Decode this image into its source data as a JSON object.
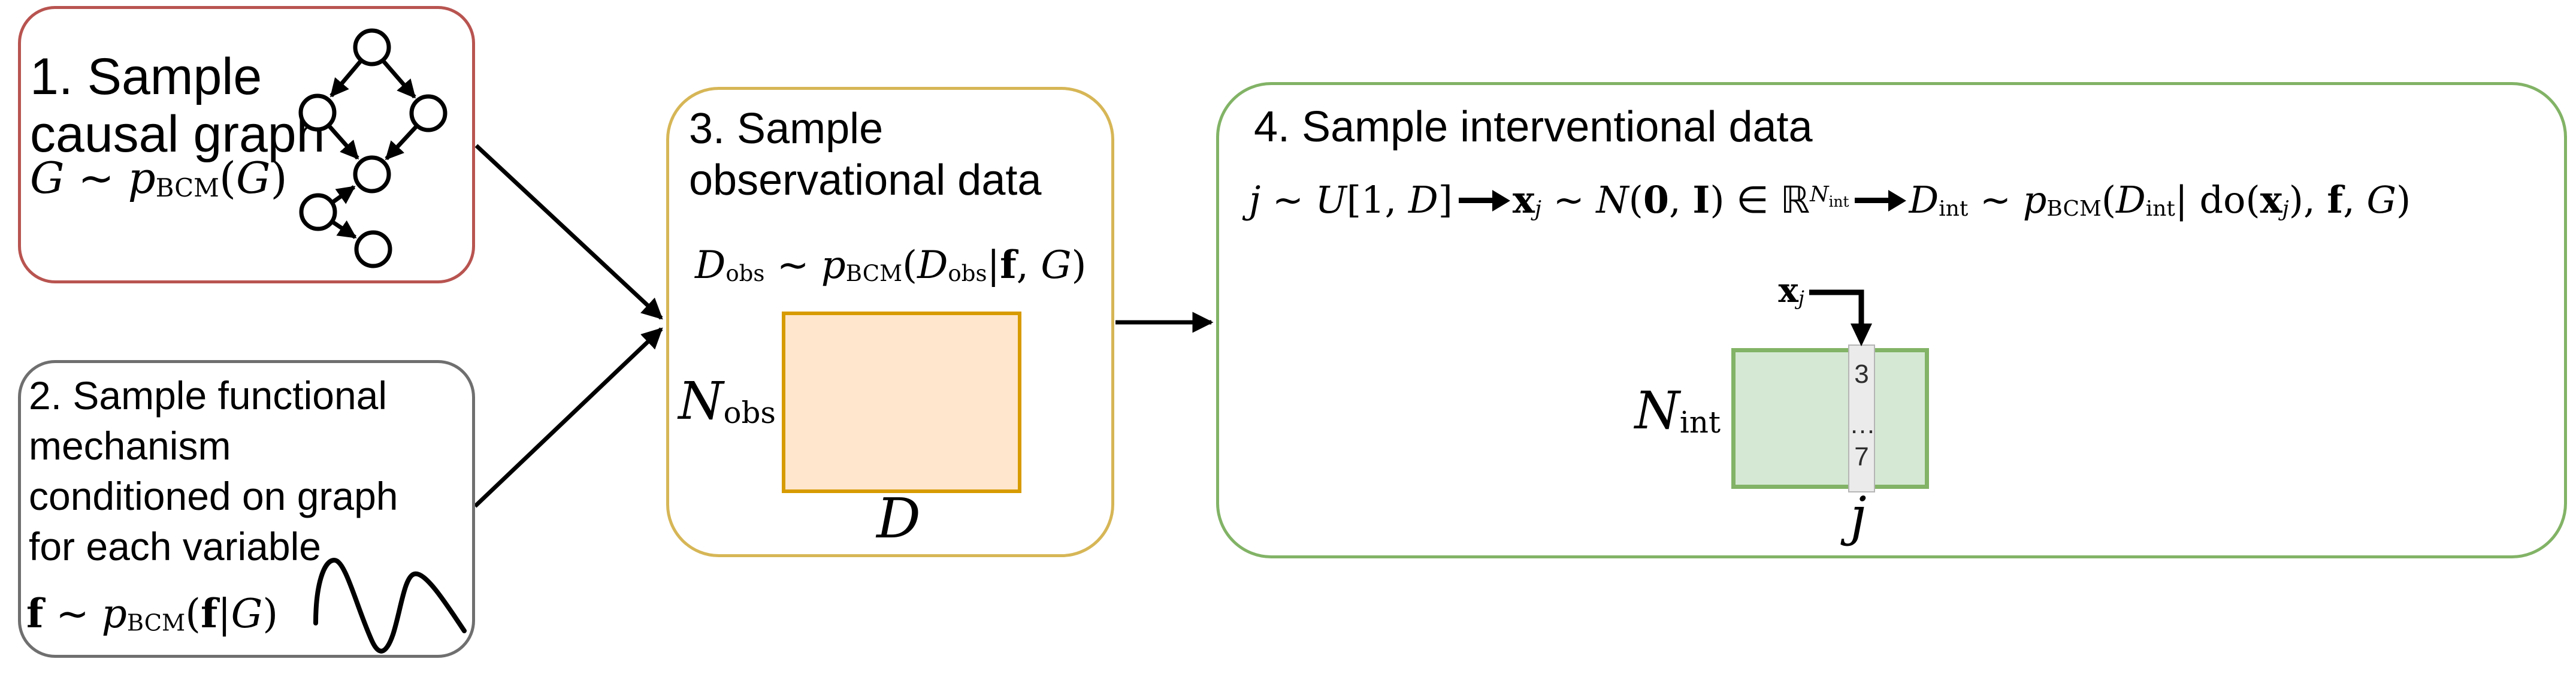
{
  "colors": {
    "box1_border": "#b85450",
    "box2_border": "#6f6f6f",
    "box3_border": "#d6b656",
    "box4_border": "#82b366",
    "obs_matrix_fill": "#ffe6cc",
    "obs_matrix_border": "#d79b00",
    "int_matrix_fill": "#d5e8d4",
    "int_matrix_border": "#82b366",
    "column_fill": "#ebebeb",
    "column_border": "#b5b5b5",
    "arrow_color": "#000000"
  },
  "box1": {
    "title_lines": [
      "1. Sample",
      "causal graph"
    ],
    "math": [
      {
        "t": "G",
        "c": "scr"
      },
      {
        "t": " ∼ ",
        "c": "rm sim"
      },
      {
        "t": "p",
        "c": "it"
      },
      {
        "t": "BCM",
        "c": "sub"
      },
      {
        "t": "(",
        "c": "rm"
      },
      {
        "t": "G",
        "c": "scr"
      },
      {
        "t": ")",
        "c": "rm"
      }
    ],
    "dag": {
      "node_count": 6,
      "edges": [
        [
          1,
          2
        ],
        [
          1,
          3
        ],
        [
          2,
          4
        ],
        [
          3,
          4
        ],
        [
          5,
          4
        ],
        [
          5,
          6
        ]
      ]
    }
  },
  "box2": {
    "title_lines": [
      "2. Sample functional",
      "mechanism",
      "conditioned on graph",
      "for each variable"
    ],
    "math": [
      {
        "t": "f",
        "c": "bf"
      },
      {
        "t": " ∼ ",
        "c": "rm sim"
      },
      {
        "t": "p",
        "c": "it"
      },
      {
        "t": "BCM",
        "c": "sub"
      },
      {
        "t": "(",
        "c": "rm"
      },
      {
        "t": "f",
        "c": "bf"
      },
      {
        "t": "|",
        "c": "rm"
      },
      {
        "t": "G",
        "c": "scr"
      },
      {
        "t": ")",
        "c": "rm"
      }
    ]
  },
  "box3": {
    "title_lines": [
      "3. Sample",
      "observational data"
    ],
    "math": [
      {
        "t": "D",
        "c": "scr"
      },
      {
        "t": "obs",
        "c": "sub"
      },
      {
        "t": " ∼ ",
        "c": "rm sim"
      },
      {
        "t": "p",
        "c": "it"
      },
      {
        "t": "BCM",
        "c": "sub"
      },
      {
        "t": "(",
        "c": "rm"
      },
      {
        "t": "D",
        "c": "scr"
      },
      {
        "t": "obs",
        "c": "sub"
      },
      {
        "t": "|",
        "c": "rm"
      },
      {
        "t": "f",
        "c": "bf"
      },
      {
        "t": ", ",
        "c": "rm"
      },
      {
        "t": "G",
        "c": "scr"
      },
      {
        "t": ")",
        "c": "rm"
      }
    ],
    "row_label": [
      {
        "t": "N",
        "c": "it"
      },
      {
        "t": "obs",
        "c": "sub"
      }
    ],
    "col_label": [
      {
        "t": "D",
        "c": "it"
      }
    ]
  },
  "box4": {
    "title": "4. Sample interventional data",
    "math": [
      {
        "t": "j",
        "c": "it"
      },
      {
        "t": " ∼ ",
        "c": "rm sim"
      },
      {
        "t": "U",
        "c": "scr"
      },
      {
        "t": "[1, ",
        "c": "rm"
      },
      {
        "t": "D",
        "c": "it"
      },
      {
        "t": "]",
        "c": "rm"
      },
      {
        "t": "",
        "c": "marr"
      },
      {
        "t": "x",
        "c": "bf"
      },
      {
        "t": "j",
        "c": "isub"
      },
      {
        "t": " ∼ ",
        "c": "rm sim"
      },
      {
        "t": "N",
        "c": "scr"
      },
      {
        "t": "(",
        "c": "rm"
      },
      {
        "t": "0",
        "c": "bf"
      },
      {
        "t": ", ",
        "c": "rm"
      },
      {
        "t": "I",
        "c": "bf"
      },
      {
        "t": ")",
        "c": "rm"
      },
      {
        "t": " ∈ ",
        "c": "elem"
      },
      {
        "t": "ℝ",
        "c": "bb"
      },
      {
        "t": "N",
        "c": "sup"
      },
      {
        "t": "int",
        "c": "supsub"
      },
      {
        "t": "",
        "c": "marr"
      },
      {
        "t": "D",
        "c": "scr"
      },
      {
        "t": "int",
        "c": "sub"
      },
      {
        "t": " ∼ ",
        "c": "rm sim"
      },
      {
        "t": "p",
        "c": "it"
      },
      {
        "t": "BCM",
        "c": "sub"
      },
      {
        "t": "(",
        "c": "rm"
      },
      {
        "t": "D",
        "c": "scr"
      },
      {
        "t": "int",
        "c": "sub"
      },
      {
        "t": "| do(",
        "c": "rm"
      },
      {
        "t": "x",
        "c": "bf"
      },
      {
        "t": "j",
        "c": "isub"
      },
      {
        "t": "), ",
        "c": "rm"
      },
      {
        "t": "f",
        "c": "bf"
      },
      {
        "t": ", ",
        "c": "rm"
      },
      {
        "t": "G",
        "c": "scr"
      },
      {
        "t": ")",
        "c": "rm"
      }
    ],
    "pointer_label": [
      {
        "t": "x",
        "c": "bf"
      },
      {
        "t": "j",
        "c": "isub"
      }
    ],
    "row_label": [
      {
        "t": "N",
        "c": "it"
      },
      {
        "t": "int",
        "c": "sub"
      }
    ],
    "col_label": [
      {
        "t": "j",
        "c": "it"
      }
    ],
    "column_values": [
      "3",
      "…",
      "7"
    ]
  }
}
